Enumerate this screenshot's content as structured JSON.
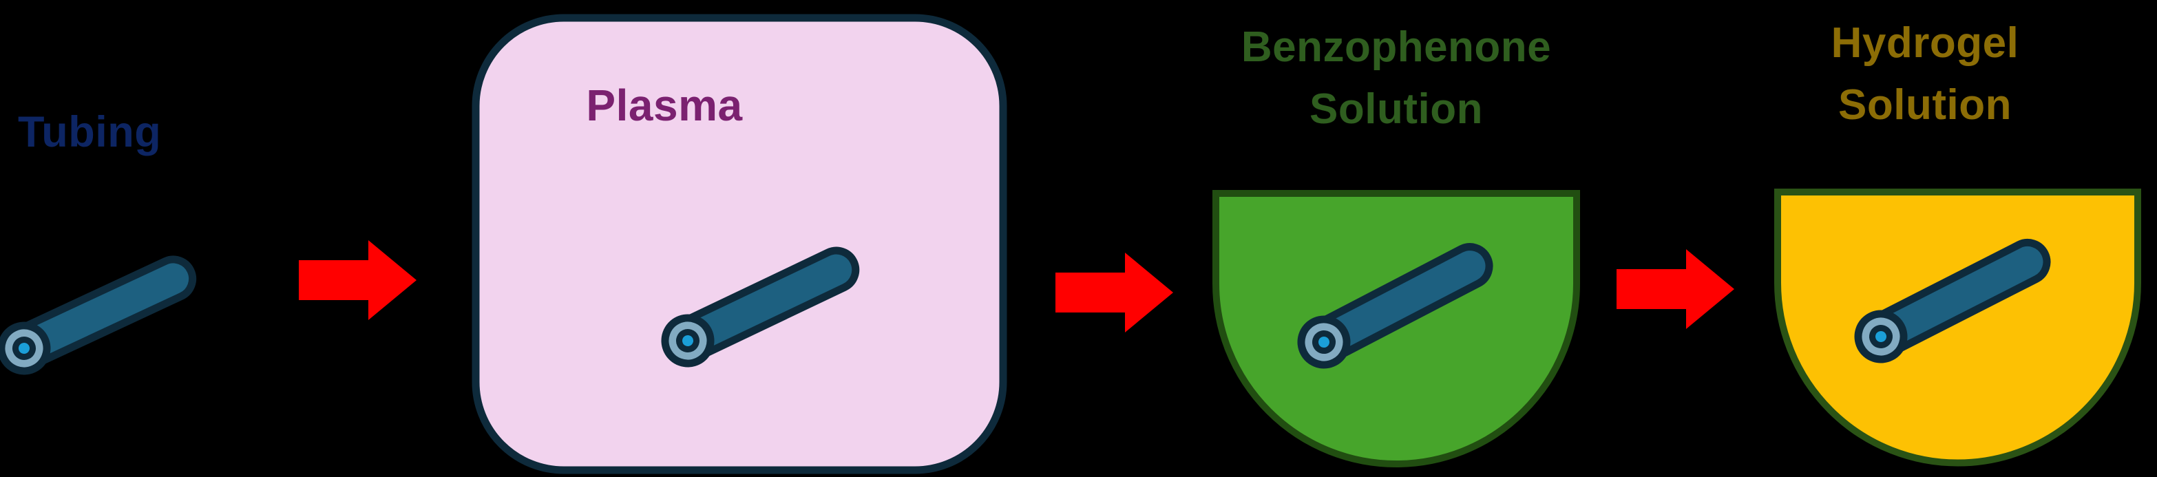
{
  "diagram": {
    "background_color": "#000000",
    "arrow_color": "#ff0000",
    "tube": {
      "body_color": "#1d6080",
      "outline_color": "#0e2a3b",
      "cap_face_color": "#82abc2",
      "bore_color": "#1b9fd8"
    },
    "stages": {
      "tubing": {
        "label": "Tubing",
        "label_color": "#0d2563"
      },
      "plasma": {
        "label": "Plasma",
        "label_color": "#7b2170",
        "fill": "#f2d3ee",
        "border": "#0e2a3b"
      },
      "benzophenone": {
        "label_line1": "Benzophenone",
        "label_line2": "Solution",
        "label_color": "#2f5e1f",
        "fill": "#47a52b",
        "border": "#214e11"
      },
      "hydrogel": {
        "label_line1": "Hydrogel",
        "label_line2": "Solution",
        "label_color": "#8c6d06",
        "fill": "#fdc103",
        "border": "#2a5315"
      }
    }
  }
}
